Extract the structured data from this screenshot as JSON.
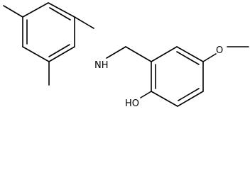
{
  "diagram": {
    "type": "chemical-structure",
    "atom_labels": {
      "amine": "NH",
      "ether_oxygen": "O",
      "hydroxyl": "HO"
    },
    "colors": {
      "bond": "#000000",
      "label": "#000000",
      "background": "#ffffff"
    }
  }
}
